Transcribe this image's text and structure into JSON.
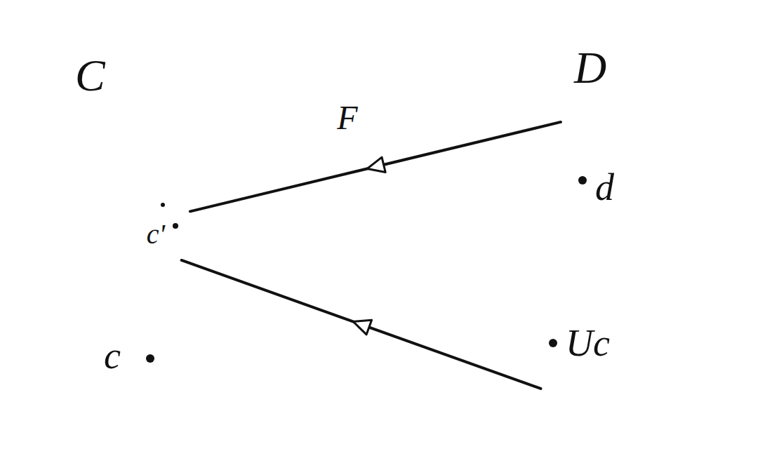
{
  "diagram": {
    "nodes": [
      {
        "text": [
          "C"
        ]
      },
      {
        "text": [
          "c'"
        ],
        "in": 0
      },
      {
        "text": [
          "D"
        ]
      }
    ],
    "edges": [
      {
        "from": 2,
        "to": 1,
        "label": "F",
        "arrow": "to"
      },
      {
        "from": 2,
        "to": 1,
        "arrow": "to"
      }
    ],
    "labels": [
      "c",
      "d",
      "Uc"
    ]
  }
}
